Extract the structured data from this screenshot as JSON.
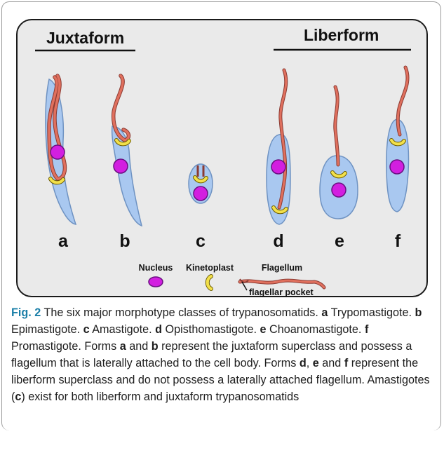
{
  "figure": {
    "groups": {
      "juxtaform_label": "Juxtaform",
      "liberform_label": "Liberform"
    },
    "cell_letters": [
      "a",
      "b",
      "c",
      "d",
      "e",
      "f"
    ],
    "legend": {
      "nucleus": "Nucleus",
      "kinetoplast": "Kinetoplast",
      "flagellum": "Flagellum",
      "flagellar_pocket": "flagellar pocket"
    },
    "colors": {
      "panel_background": "#eaeaea",
      "cell_body": "#a9c8f0",
      "nucleus": "#d21fe0",
      "kinetoplast": "#f2e04a",
      "flagellum": "#e0705e",
      "caption_label": "#1b7fa8"
    }
  },
  "caption": {
    "label": "Fig. 2",
    "s1": " The six major morphotype classes of trypanosomatids. ",
    "a": "a",
    "s2": " Trypomastigote. ",
    "b": "b",
    "s3": " Epimastigote. ",
    "c": "c",
    "s4": " Amastigote. ",
    "d": "d",
    "s5": " Opisthomastigote. ",
    "e": "e",
    "s6": " Choanomastigote. ",
    "f": "f",
    "s7": " Promastigote. Forms ",
    "a2": "a",
    "s8": " and ",
    "b2": "b",
    "s9": " represent the juxtaform superclass and possess a flagellum that is laterally attached to the cell body. Forms ",
    "d2": "d",
    "s10": ", ",
    "e2": "e",
    "s11": " and ",
    "f2": "f",
    "s12": " represent the liberform superclass and do not possess a laterally attached flagellum. Amastigotes (",
    "c2": "c",
    "s13": ") exist for both liberform and juxtaform trypanosomatids"
  }
}
